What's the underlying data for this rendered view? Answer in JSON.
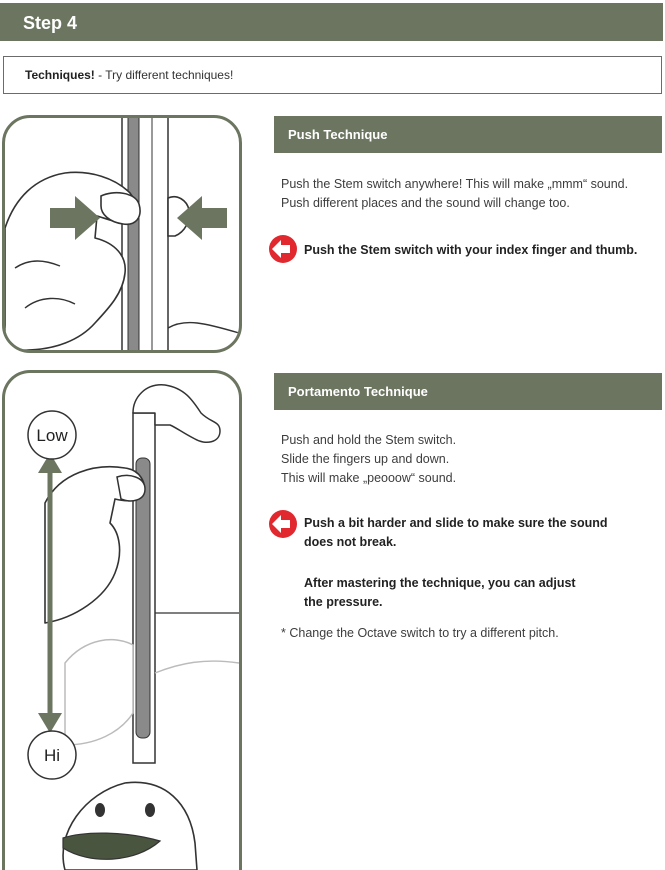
{
  "header": {
    "title": "Step 4"
  },
  "tip": {
    "bold": "Techniques!",
    "rest": " - Try different techniques!"
  },
  "push": {
    "title": "Push Technique",
    "line1": "Push the Stem switch anywhere! This will make „mmm“ sound.",
    "line2": "Push different places and the sound will change too.",
    "tip": "Push the Stem switch with your index finger and thumb."
  },
  "portamento": {
    "title": "Portamento Technique",
    "line1": "Push and hold the Stem switch.",
    "line2": "Slide the fingers up and down.",
    "line3": "This will make „peooow“ sound.",
    "tip_line1": "Push a bit harder and slide to make sure the sound",
    "tip_line2": "does not break.",
    "note_line1": "After mastering the technique, you can adjust",
    "note_line2": "the pressure.",
    "footnote": "* Change the Octave switch to try a different pitch."
  },
  "illustration": {
    "low_label": "Low",
    "hi_label": "Hi"
  },
  "colors": {
    "accent": "#6b7560",
    "tip_red": "#e0282e"
  },
  "icons": [
    "arrow-left-icon"
  ]
}
